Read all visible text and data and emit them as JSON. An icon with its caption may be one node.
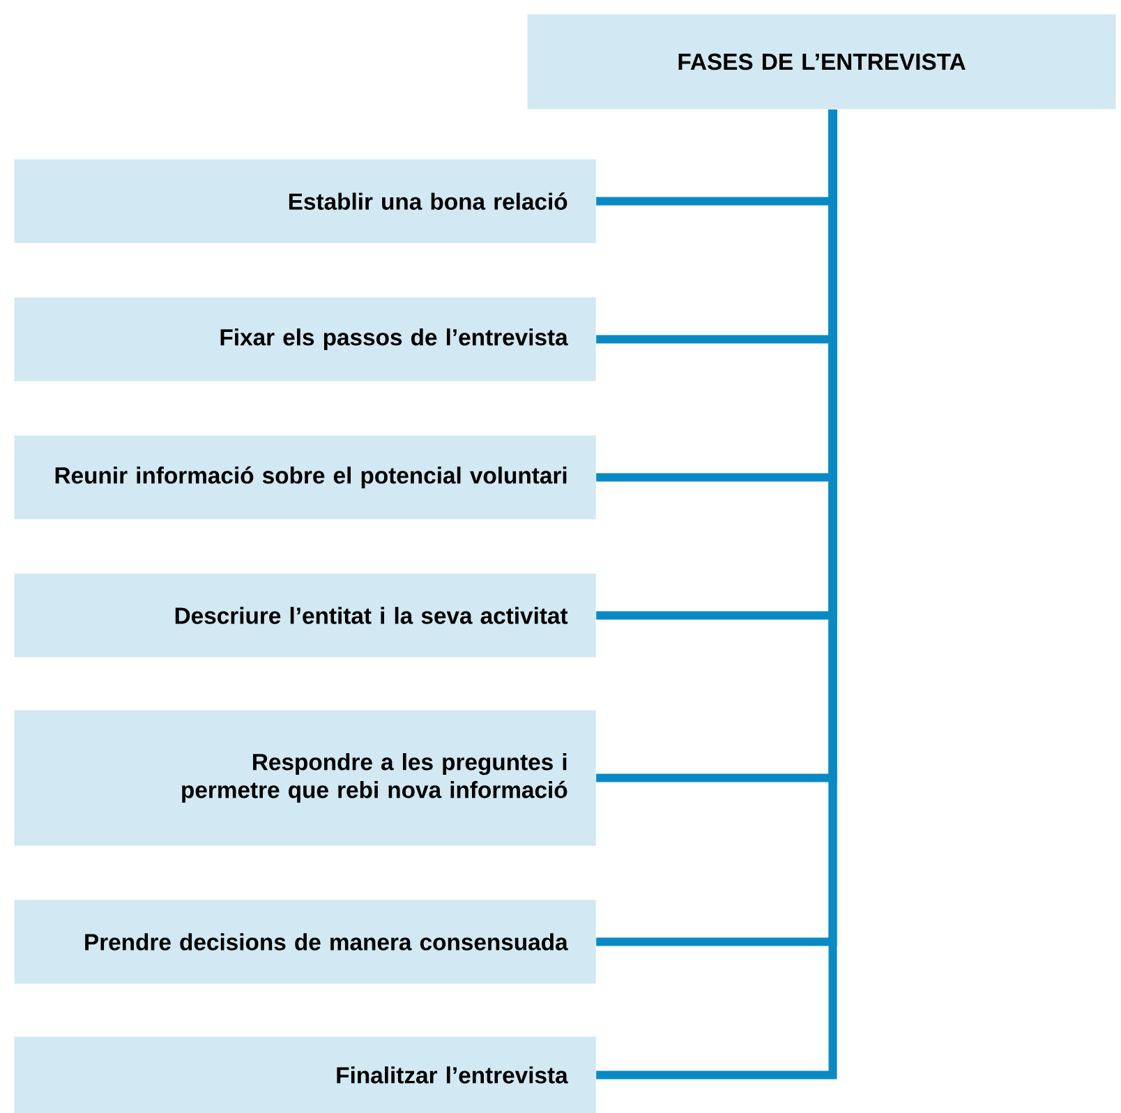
{
  "diagram": {
    "nodes": [
      {
        "text": [
          "FASES DE L’ENTREVISTA"
        ]
      },
      {
        "text": [
          "Establir una bona relació"
        ]
      },
      {
        "text": [
          "Fixar els passos de l’entrevista"
        ]
      },
      {
        "text": [
          "Reunir informació sobre el potencial voluntari"
        ]
      },
      {
        "text": [
          "Descriure l’entitat i la seva activitat"
        ]
      },
      {
        "text": [
          "Respondre a les preguntes i permetre que rebi nova informació"
        ]
      },
      {
        "text": [
          "Prendre decisions de manera consensuada"
        ]
      },
      {
        "text": [
          "Finalitzar l’entrevista"
        ]
      }
    ],
    "edges": [
      {
        "from": 0,
        "to": 1,
        "arrow": "none"
      },
      {
        "from": 0,
        "to": 2,
        "arrow": "none"
      },
      {
        "from": 0,
        "to": 3,
        "arrow": "none"
      },
      {
        "from": 0,
        "to": 4,
        "arrow": "none"
      },
      {
        "from": 0,
        "to": 5,
        "arrow": "none"
      },
      {
        "from": 0,
        "to": 6,
        "arrow": "none"
      },
      {
        "from": 0,
        "to": 7,
        "arrow": "none"
      }
    ]
  }
}
